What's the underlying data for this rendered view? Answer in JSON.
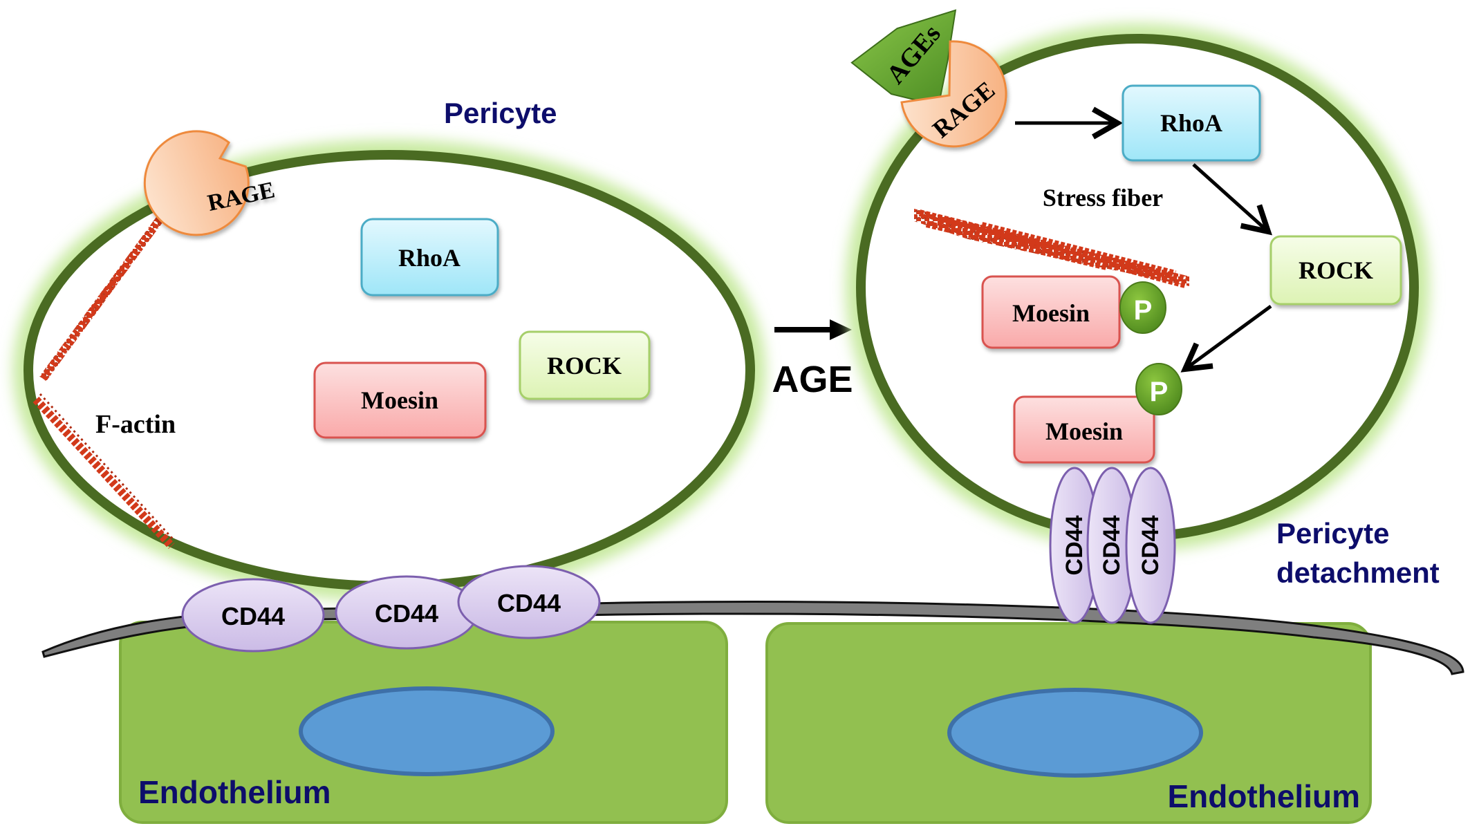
{
  "left_panel": {
    "cell_label": "Pericyte",
    "receptor": "RAGE",
    "proteins": {
      "rhoa": "RhoA",
      "rock": "ROCK",
      "moesin": "Moesin"
    },
    "filament_label": "F-actin",
    "adhesion": [
      "CD44",
      "CD44",
      "CD44"
    ],
    "endothelium_label": "Endothelium"
  },
  "transition": {
    "label": "AGE"
  },
  "right_panel": {
    "ligand": "AGEs",
    "receptor": "RAGE",
    "proteins": {
      "rhoa": "RhoA",
      "rock": "ROCK",
      "moesin_top": "Moesin",
      "moesin_bottom": "Moesin"
    },
    "phospho_label": "P",
    "filament_label": "Stress fiber",
    "adhesion": [
      "CD44",
      "CD44",
      "CD44"
    ],
    "outcome_label_line1": "Pericyte",
    "outcome_label_line2": "detachment",
    "endothelium_label": "Endothelium"
  },
  "colors": {
    "membrane": "#4a6b22",
    "membrane_glow": "#c8eaa0",
    "endothelium": "#92c050",
    "nucleus": "#5b9bd5",
    "rhoa": "#b3ecfa",
    "rock": "#e8f8cc",
    "moesin": "#fbc4c4",
    "rage": "#f9c49a",
    "ages": "#6aa83a",
    "cd44": "#d6c8ec",
    "phospho": "#6ba32e",
    "label_navy": "#0d0d6b",
    "actin": "#d2391a"
  }
}
